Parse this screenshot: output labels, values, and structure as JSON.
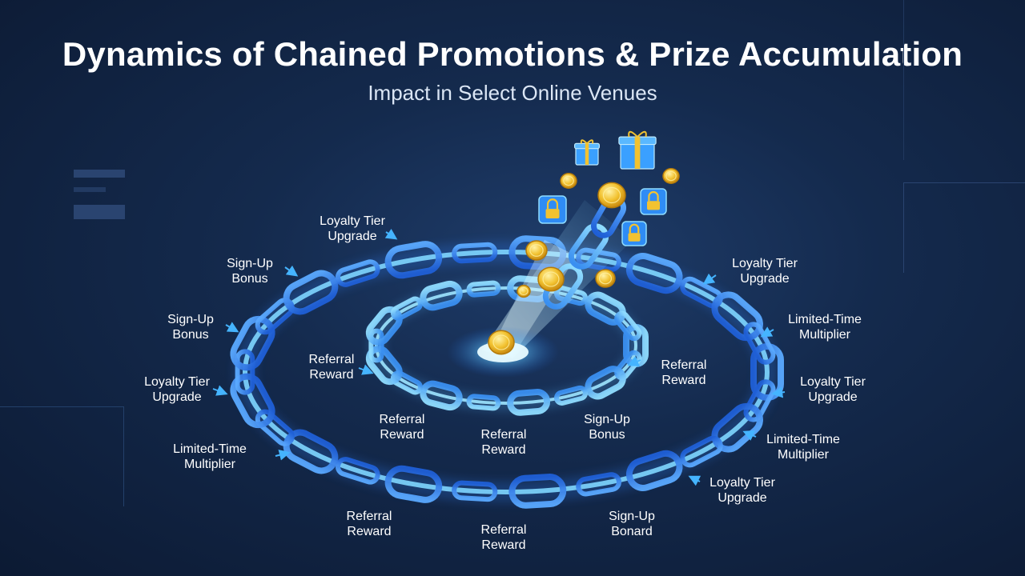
{
  "header": {
    "title": "Dynamics of Chained Promotions & Prize Accumulation",
    "subtitle": "Impact in Select Online Venues"
  },
  "colors": {
    "background": "#142a4d",
    "chain_outer": "#2f7df0",
    "chain_inner": "#59b8ff",
    "glow": "#7fd6ff",
    "coin": "#f2c230",
    "gift": "#3aa0ff",
    "lock": "#f2c230"
  },
  "icons": [
    "gift-icon",
    "coin-icon",
    "lock-icon",
    "arrow-icon",
    "chain-link-icon"
  ],
  "outer_labels": [
    {
      "line1": "Loyalty Tier",
      "line2": "Upgrade"
    },
    {
      "line1": "Sign-Up",
      "line2": "Bonus"
    },
    {
      "line1": "Sign-Up",
      "line2": "Bonus"
    },
    {
      "line1": "Loyalty Tier",
      "line2": "Upgrade"
    },
    {
      "line1": "Limited-Time",
      "line2": "Multiplier"
    },
    {
      "line1": "Referral",
      "line2": "Reward"
    },
    {
      "line1": "Referral",
      "line2": "Reward"
    },
    {
      "line1": "Sign-Up",
      "line2": "Bonard"
    },
    {
      "line1": "Loyalty Tier",
      "line2": "Upgrade"
    },
    {
      "line1": "Limited-Time",
      "line2": "Multiplier"
    },
    {
      "line1": "Loyalty Tier",
      "line2": "Upgrade"
    },
    {
      "line1": "Limited-Time",
      "line2": "Multiplier"
    },
    {
      "line1": "Loyalty Tier",
      "line2": "Upgrade"
    }
  ],
  "inner_labels": [
    {
      "line1": "Referral",
      "line2": "Reward"
    },
    {
      "line1": "Referral",
      "line2": "Reward"
    },
    {
      "line1": "Referral",
      "line2": "Reward"
    },
    {
      "line1": "Sign-Up",
      "line2": "Bonus"
    },
    {
      "line1": "Referral",
      "line2": "Reward"
    }
  ]
}
